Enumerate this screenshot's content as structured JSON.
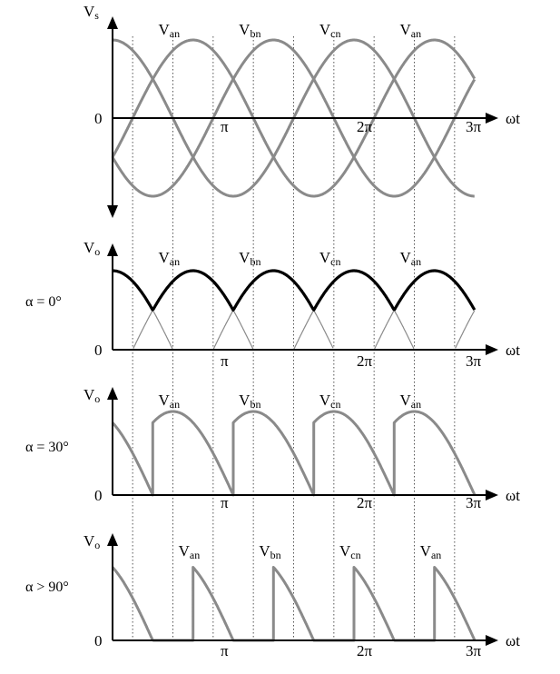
{
  "colors": {
    "wave": "#8a8a8a",
    "output": "#000000",
    "axis": "#000000",
    "guide": "#555555"
  },
  "chart_data": [
    {
      "type": "line",
      "ylabel_base": "V",
      "ylabel_sub": "s",
      "xlabel": "ωt",
      "zero_label": "0",
      "condition": "",
      "x_unit": "rad",
      "xlim": [
        0,
        9.42478
      ],
      "ylim": [
        -1,
        1
      ],
      "xticks": [
        {
          "value": 3.14159,
          "label": "π"
        },
        {
          "value": 6.28319,
          "label": "2π"
        },
        {
          "value": 9.42478,
          "label": "3π"
        }
      ],
      "series": [
        {
          "base": "V",
          "sub": "an",
          "phase_deg": 90
        },
        {
          "base": "V",
          "sub": "bn",
          "phase_deg": -30
        },
        {
          "base": "V",
          "sub": "cn",
          "phase_deg": -150
        }
      ],
      "peak_labels": [
        {
          "base": "V",
          "sub": "an",
          "x": 1.571
        },
        {
          "base": "V",
          "sub": "bn",
          "x": 3.665
        },
        {
          "base": "V",
          "sub": "cn",
          "x": 5.76
        },
        {
          "base": "V",
          "sub": "an",
          "x": 7.854
        }
      ]
    },
    {
      "type": "line",
      "ylabel_base": "V",
      "ylabel_sub": "o",
      "xlabel": "ωt",
      "zero_label": "0",
      "condition": "α = 0°",
      "alpha_deg": 0,
      "xlim": [
        0,
        9.42478
      ],
      "ylim": [
        0,
        1
      ],
      "xticks": [
        {
          "value": 3.14159,
          "label": "π"
        },
        {
          "value": 6.28319,
          "label": "2π"
        },
        {
          "value": 9.42478,
          "label": "3π"
        }
      ],
      "peak_labels": [
        {
          "base": "V",
          "sub": "an",
          "x": 1.571
        },
        {
          "base": "V",
          "sub": "bn",
          "x": 3.665
        },
        {
          "base": "V",
          "sub": "cn",
          "x": 5.76
        },
        {
          "base": "V",
          "sub": "an",
          "x": 7.854
        }
      ]
    },
    {
      "type": "line",
      "ylabel_base": "V",
      "ylabel_sub": "o",
      "xlabel": "ωt",
      "zero_label": "0",
      "condition": "α = 30°",
      "alpha_deg": 30,
      "xlim": [
        0,
        9.42478
      ],
      "ylim": [
        0,
        1
      ],
      "xticks": [
        {
          "value": 3.14159,
          "label": "π"
        },
        {
          "value": 6.28319,
          "label": "2π"
        },
        {
          "value": 9.42478,
          "label": "3π"
        }
      ],
      "peak_labels": [
        {
          "base": "V",
          "sub": "an",
          "x": 1.571
        },
        {
          "base": "V",
          "sub": "bn",
          "x": 3.665
        },
        {
          "base": "V",
          "sub": "cn",
          "x": 5.76
        },
        {
          "base": "V",
          "sub": "an",
          "x": 7.854
        }
      ]
    },
    {
      "type": "line",
      "ylabel_base": "V",
      "ylabel_sub": "o",
      "xlabel": "ωt",
      "zero_label": "0",
      "condition": "α > 90°",
      "alpha_deg": 90,
      "xlim": [
        0,
        9.42478
      ],
      "ylim": [
        0,
        1
      ],
      "xticks": [
        {
          "value": 3.14159,
          "label": "π"
        },
        {
          "value": 6.28319,
          "label": "2π"
        },
        {
          "value": 9.42478,
          "label": "3π"
        }
      ],
      "peak_labels": [
        {
          "base": "V",
          "sub": "an",
          "x": 2.094
        },
        {
          "base": "V",
          "sub": "bn",
          "x": 4.189
        },
        {
          "base": "V",
          "sub": "cn",
          "x": 6.283
        },
        {
          "base": "V",
          "sub": "an",
          "x": 8.378
        }
      ]
    }
  ]
}
